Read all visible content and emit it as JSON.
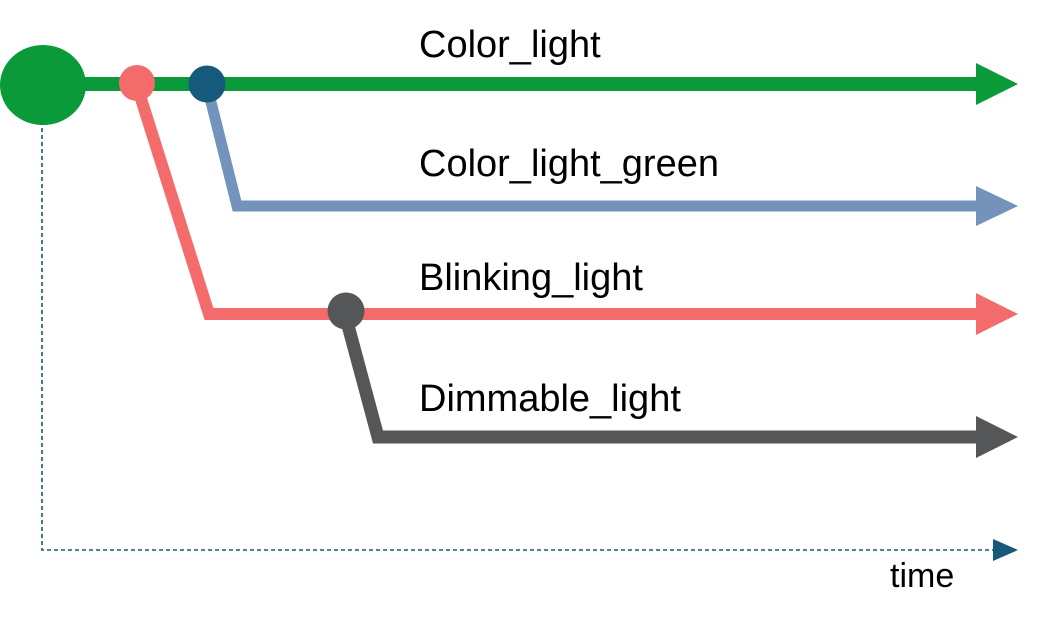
{
  "branches": {
    "color_light": {
      "label": "Color_light",
      "color": "#0a9a3a"
    },
    "color_light_green": {
      "label": "Color_light_green",
      "color": "#7393bb"
    },
    "blinking_light": {
      "label": "Blinking_light",
      "color": "#f46b6b"
    },
    "dimmable_light": {
      "label": "Dimmable_light",
      "color": "#555657"
    }
  },
  "commit_colors": {
    "root": "#0a9a3a",
    "blinking_fork": "#f46b6b",
    "color_green_fork": "#155a7a",
    "dimmable_fork": "#555657"
  },
  "time_axis": {
    "label": "time",
    "color": "#155a7a"
  }
}
